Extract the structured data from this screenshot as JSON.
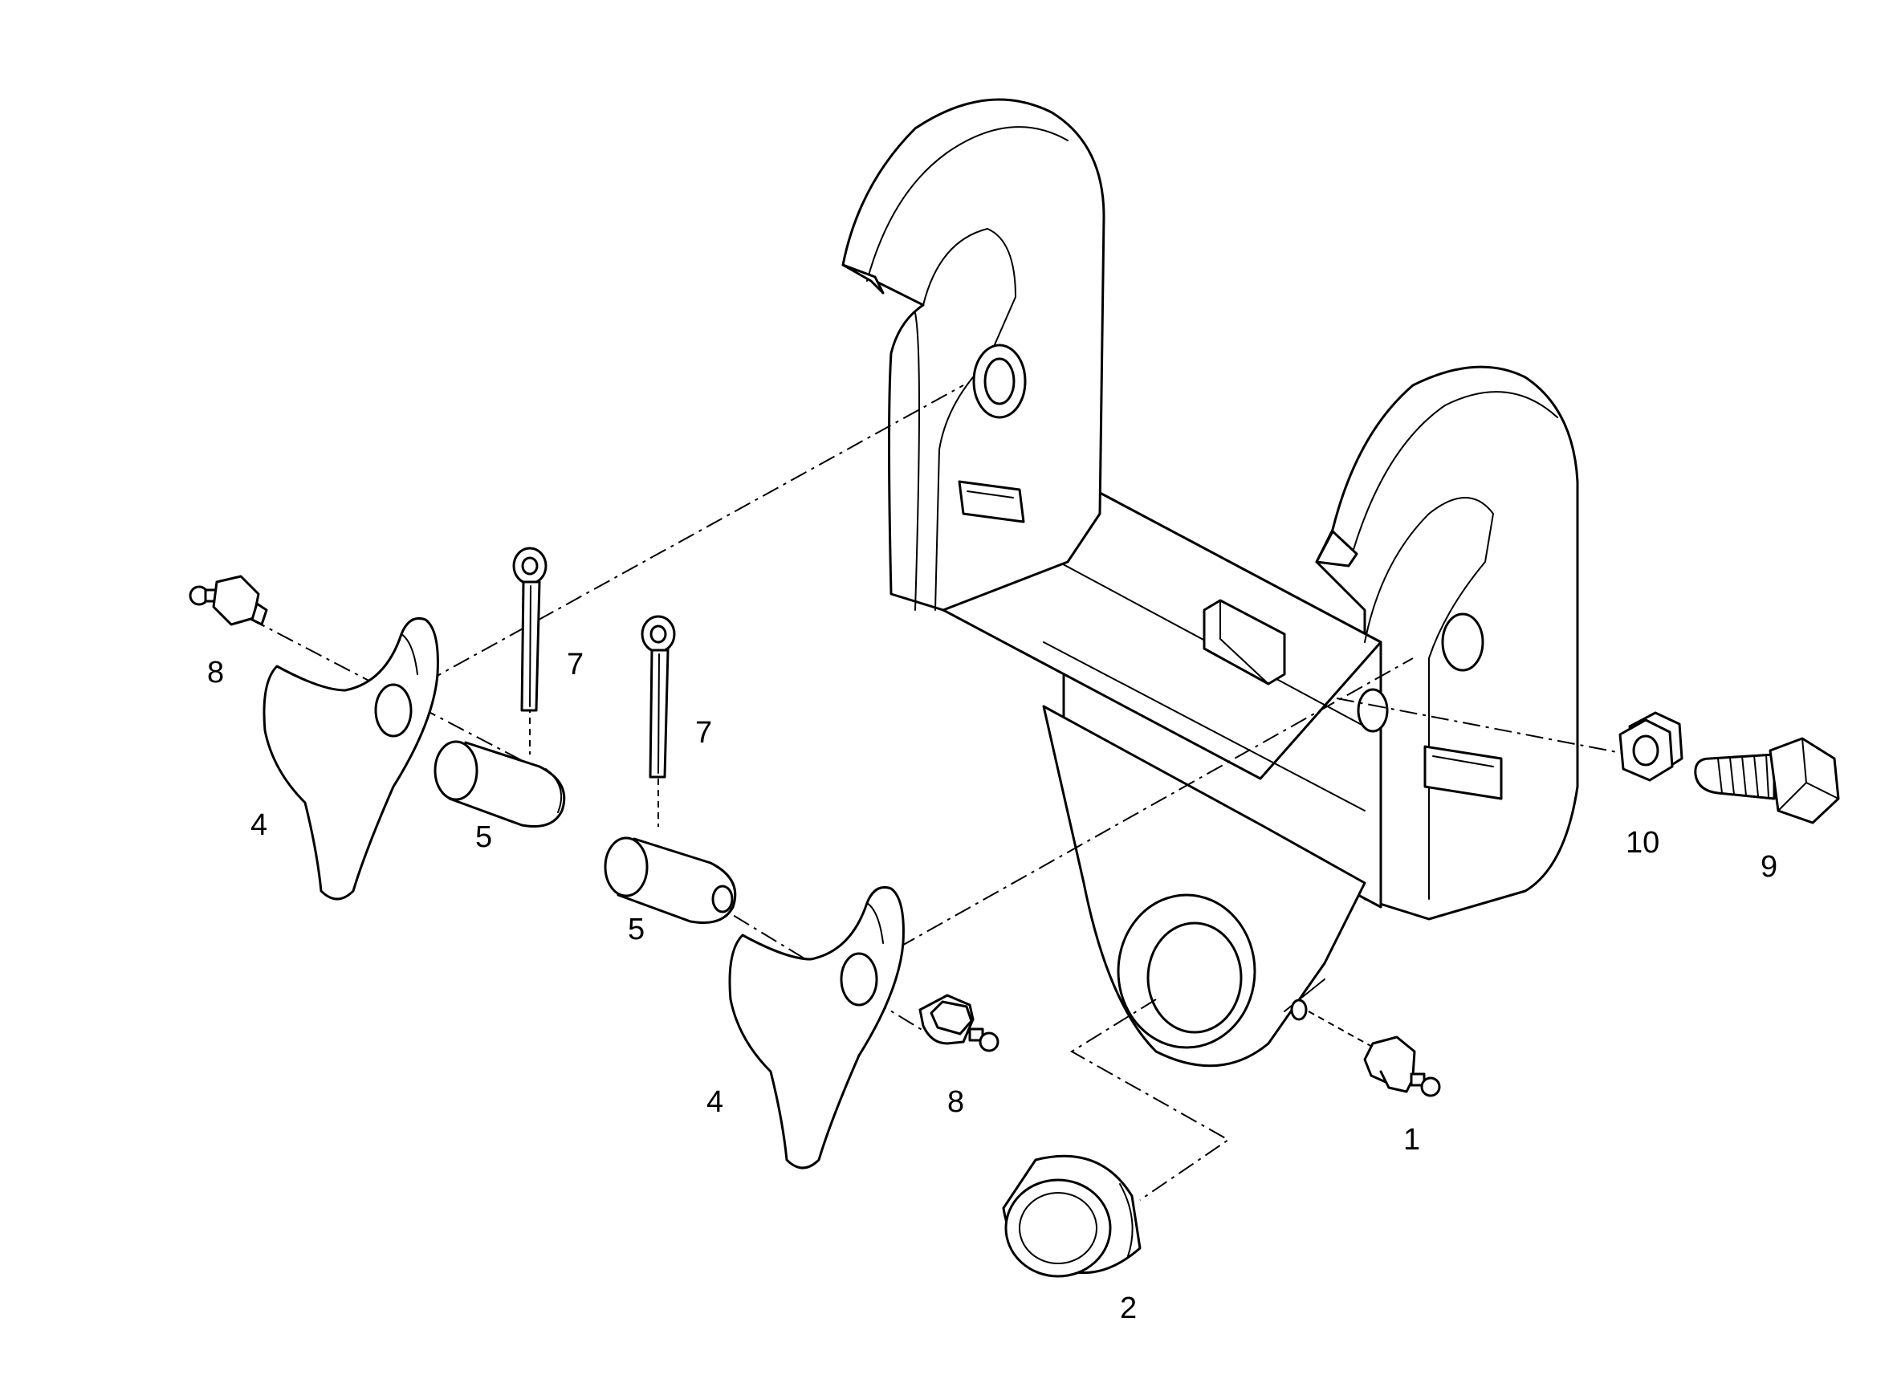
{
  "callouts": {
    "n1": "1",
    "n2": "2",
    "n4a": "4",
    "n4b": "4",
    "n5a": "5",
    "n5b": "5",
    "n7a": "7",
    "n7b": "7",
    "n8a": "8",
    "n8b": "8",
    "n9": "9",
    "n10": "10"
  }
}
